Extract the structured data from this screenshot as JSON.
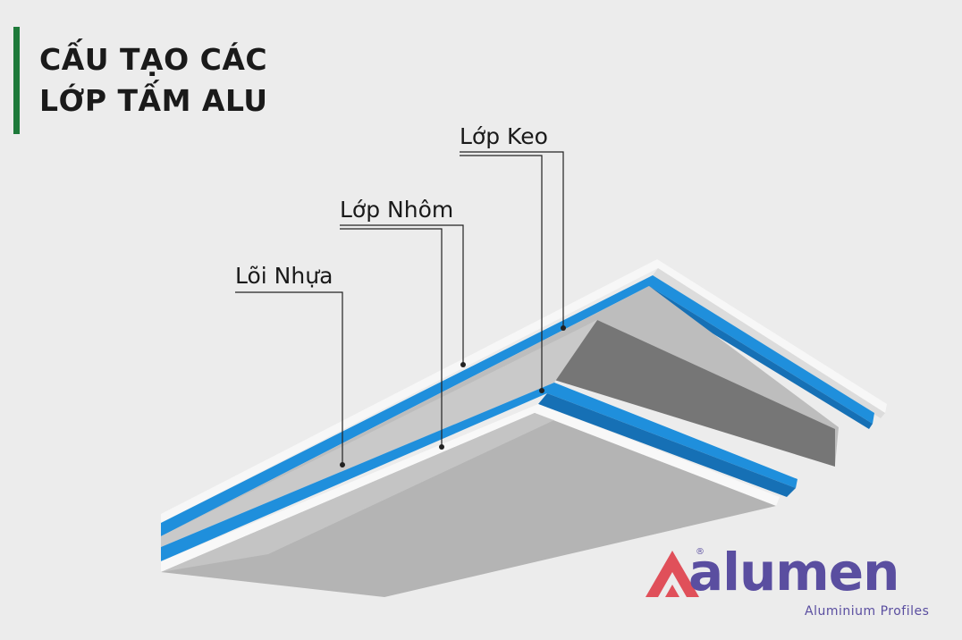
{
  "title": {
    "line1": "CẤU TẠO CÁC",
    "line2": "LỚP TẤM ALU"
  },
  "labels": {
    "keo": "Lớp Keo",
    "nhom": "Lớp Nhôm",
    "loi": "Lõi Nhựa"
  },
  "logo": {
    "word": "alumen",
    "subtitle": "Aluminium Profiles",
    "registered": "®"
  },
  "colors": {
    "accent_bar": "#1e7a3a",
    "blue_layer": "#1f8fdc",
    "logo_red": "#e0505a",
    "logo_purple": "#5a4ea0"
  }
}
